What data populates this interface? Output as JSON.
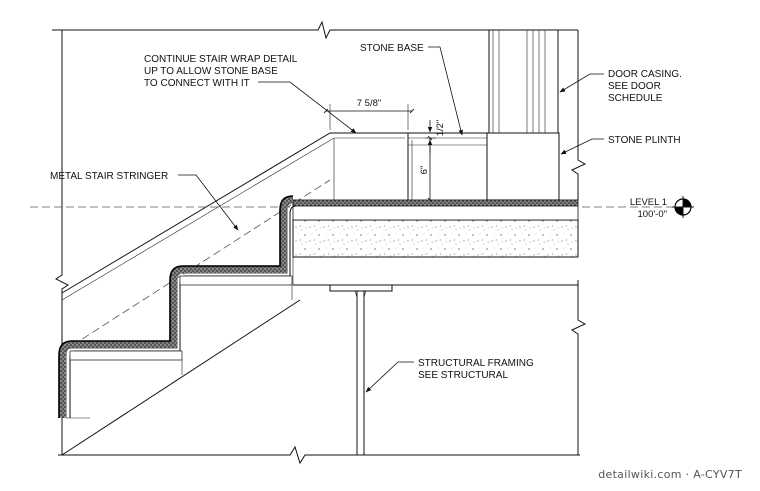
{
  "notes": {
    "stair_wrap": [
      "CONTINUE STAIR WRAP DETAIL",
      "UP TO ALLOW STONE BASE",
      "TO CONNECT WITH IT"
    ],
    "stone_base": "STONE BASE",
    "door_casing": [
      "DOOR CASING.",
      "SEE DOOR",
      "SCHEDULE"
    ],
    "stone_plinth": "STONE PLINTH",
    "stringer": "METAL STAIR STRINGER",
    "framing": [
      "STRUCTURAL FRAMING",
      "SEE STRUCTURAL"
    ]
  },
  "dimensions": {
    "width": "7 5/8\"",
    "gap": "1/2\"",
    "height": "6\""
  },
  "level": {
    "name": "LEVEL 1",
    "elevation": "100'-0\""
  },
  "watermark": "detailwiki.com · A-CYV7T"
}
